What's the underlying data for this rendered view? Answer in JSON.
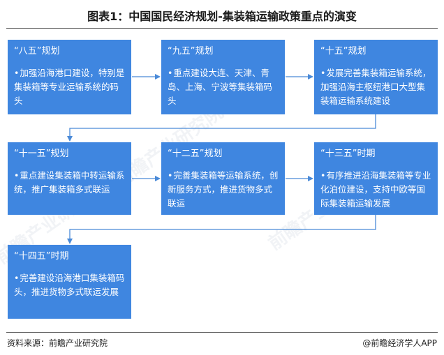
{
  "title": "图表1：中国国民经济规划-集装箱运输政策重点的演变",
  "blocks": [
    {
      "period": "“八五”规划",
      "desc": "加强沿海港口建设，特别是集装箱等专业运输系统的码头"
    },
    {
      "period": "“九五”规划",
      "desc": "重点建设大连、天津、青岛、上海、宁波等集装箱码头"
    },
    {
      "period": "“十五”规划",
      "desc": "发展完善集装箱运输系统，加强沿海主枢纽港口大型集装箱运输系统建设"
    },
    {
      "period": "“十一五”规划",
      "desc": "重点建设集装箱中转运输系统，推广集装箱多式联运"
    },
    {
      "period": "“十二五”规划",
      "desc": "完善集装箱等运输系统，创新服务方式，推进货物多式联运"
    },
    {
      "period": "“十三五”时期",
      "desc": "有序推进沿海集装箱等专业化泊位建设，支持中欧等国际集装箱运输发展"
    },
    {
      "period": "“十四五”时期",
      "desc": "完善建设沿海港口集装箱码头，推进货物多式联运发展"
    }
  ],
  "footer": {
    "source": "资料来源：前瞻产业研究院",
    "brand": "@前瞻经济学人APP"
  },
  "watermark": "前瞻产业研究院",
  "colors": {
    "box": "#3f86e0",
    "arrow": "#4a8ad8"
  }
}
